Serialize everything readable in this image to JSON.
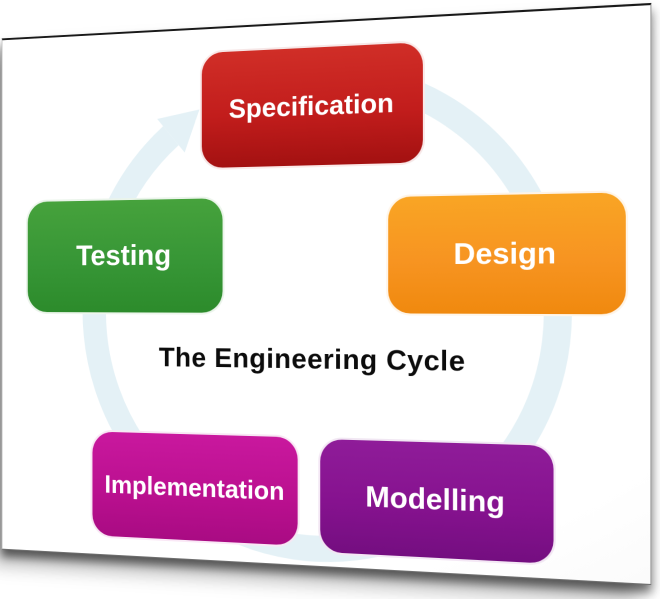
{
  "page": {
    "background_color": "#ffffff"
  },
  "diagram": {
    "title": "The Engineering Cycle",
    "cycle_arrow": {
      "color": "#e4f1f6",
      "direction": "clockwise",
      "shape": "circular-arrow-ring"
    },
    "nodes": [
      {
        "label": "Specification",
        "position": "top",
        "color": "#c21d1c",
        "color_top": "#d02e27",
        "color_bottom": "#a31111"
      },
      {
        "label": "Design",
        "position": "right",
        "color": "#f79421",
        "color_top": "#f9a524",
        "color_bottom": "#f0890e"
      },
      {
        "label": "Modelling",
        "position": "bottom-right",
        "color": "#86128f",
        "color_top": "#8f1c99",
        "color_bottom": "#740e80"
      },
      {
        "label": "Implementation",
        "position": "bottom-left",
        "color": "#bb1090",
        "color_top": "#c9189e",
        "color_bottom": "#a90b83"
      },
      {
        "label": "Testing",
        "position": "left",
        "color": "#379636",
        "color_top": "#46a23c",
        "color_bottom": "#2c8b2b"
      }
    ]
  }
}
